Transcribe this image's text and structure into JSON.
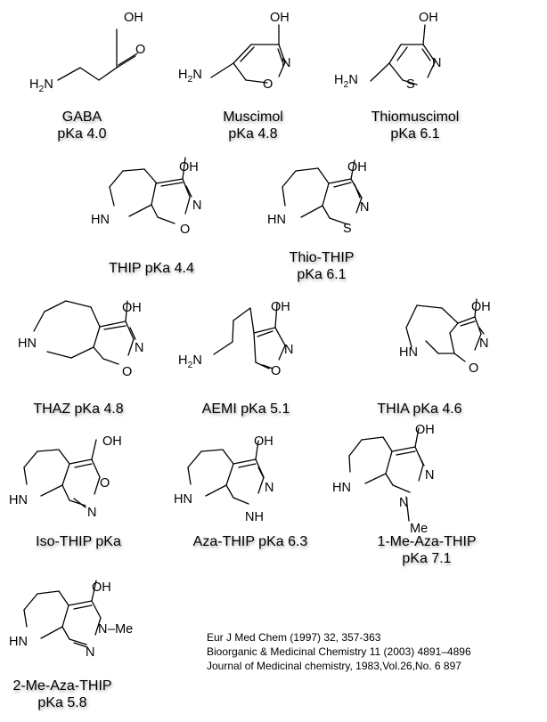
{
  "atoms": {
    "oh": "OH",
    "o": "O",
    "n": "N",
    "s": "S",
    "hn": "HN",
    "nh": "NH",
    "h2n_h": "H",
    "h2n_2": "2",
    "h2n_n": "N",
    "dash_me": "–Me",
    "me": "Me"
  },
  "molecules": [
    {
      "id": "gaba",
      "lines": [
        "GABA",
        "pKa 4.0"
      ]
    },
    {
      "id": "muscimol",
      "lines": [
        "Muscimol",
        "pKa 4.8"
      ]
    },
    {
      "id": "thiomuscimol",
      "lines": [
        "Thiomuscimol",
        "pKa 6.1"
      ]
    },
    {
      "id": "thip",
      "lines": [
        "THIP pKa 4.4"
      ]
    },
    {
      "id": "thio-thip",
      "lines": [
        "Thio-THIP",
        "pKa 6.1"
      ]
    },
    {
      "id": "thaz",
      "lines": [
        "THAZ pKa 4.8"
      ]
    },
    {
      "id": "aemi",
      "lines": [
        "AEMI pKa 5.1"
      ]
    },
    {
      "id": "thia",
      "lines": [
        "THIA pKa 4.6"
      ]
    },
    {
      "id": "iso-thip",
      "lines": [
        "Iso-THIP pKa"
      ]
    },
    {
      "id": "aza-thip",
      "lines": [
        "Aza-THIP pKa 6.3"
      ]
    },
    {
      "id": "1-me-aza-thip",
      "lines": [
        "1-Me-Aza-THIP",
        "pKa 7.1"
      ]
    },
    {
      "id": "2-me-aza-thip",
      "lines": [
        "2-Me-Aza-THIP",
        "pKa 5.8"
      ]
    }
  ],
  "references": [
    "Eur J Med Chem (1997) 32, 357-363",
    "Bioorganic & Medicinal Chemistry 11 (2003) 4891–4896",
    "Journal of Medicinal chemistry, 1983,Vol.26,No. 6 897"
  ]
}
